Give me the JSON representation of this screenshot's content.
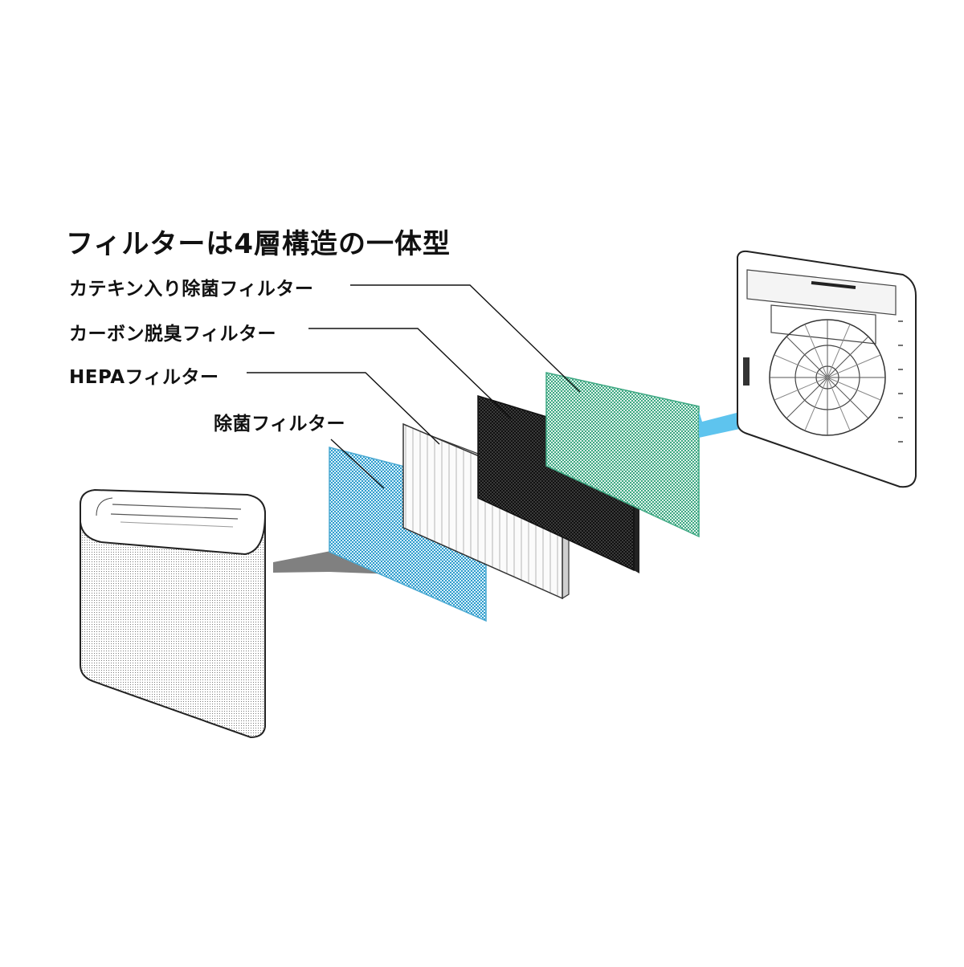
{
  "diagram": {
    "title": "フィルターは4層構造の一体型",
    "labels": {
      "catechin": "カテキン入り除菌フィルター",
      "carbon": "カーボン脱臭フィルター",
      "hepa": "HEPAフィルター",
      "antibacterial": "除菌フィルター"
    },
    "colors": {
      "antibacterial_filter": "#5ab3d6",
      "hepa_filter": "#f7f7f7",
      "carbon_filter": "#2e2e2e",
      "catechin_filter": "#5fb89a",
      "intake_arrow": "#808080",
      "outflow_arrow": "#5ec4ee"
    },
    "icons": [
      "air-purifier-front",
      "air-purifier-back"
    ]
  }
}
